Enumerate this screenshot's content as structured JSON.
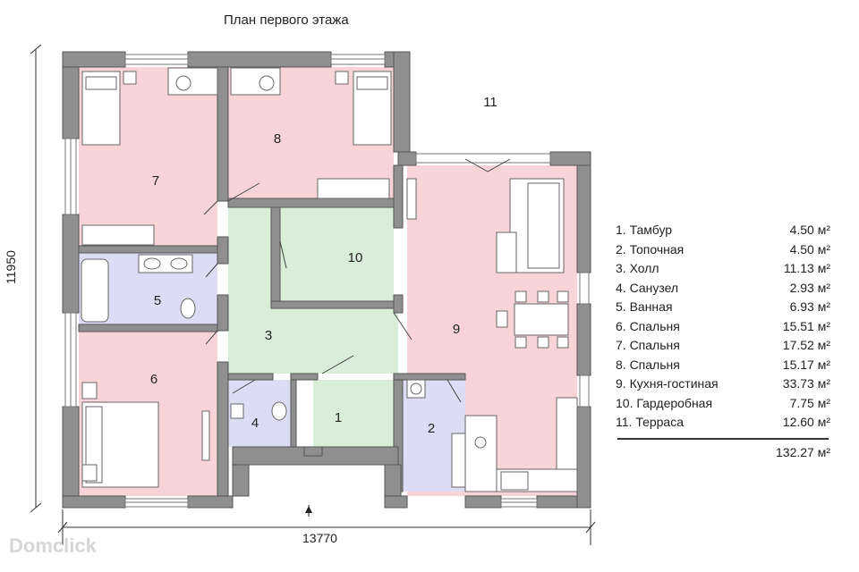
{
  "title": "План первого этажа",
  "dimensions": {
    "width": "13770",
    "height": "11950"
  },
  "rooms": [
    {
      "num": "1",
      "name": "Тамбур",
      "area": "4.50 м²"
    },
    {
      "num": "2",
      "name": "Топочная",
      "area": "4.50 м²"
    },
    {
      "num": "3",
      "name": "Холл",
      "area": "11.13 м²"
    },
    {
      "num": "4",
      "name": "Санузел",
      "area": "2.93 м²"
    },
    {
      "num": "5",
      "name": "Ванная",
      "area": "6.93 м²"
    },
    {
      "num": "6",
      "name": "Спальня",
      "area": "15.51 м²"
    },
    {
      "num": "7",
      "name": "Спальня",
      "area": "17.52 м²"
    },
    {
      "num": "8",
      "name": "Спальня",
      "area": "15.17 м²"
    },
    {
      "num": "9",
      "name": "Кухня-гостиная",
      "area": "33.73 м²"
    },
    {
      "num": "10",
      "name": "Гардеробная",
      "area": "7.75 м²"
    },
    {
      "num": "11",
      "name": "Терраса",
      "area": "12.60 м²"
    }
  ],
  "legend_rows": [
    {
      "label": "1. Тамбур",
      "area": "4.50 м²"
    },
    {
      "label": "2. Топочная",
      "area": "4.50 м²"
    },
    {
      "label": "3. Холл",
      "area": "11.13 м²"
    },
    {
      "label": "4. Санузел",
      "area": "2.93 м²"
    },
    {
      "label": "5. Ванная",
      "area": "6.93 м²"
    },
    {
      "label": "6. Спальня",
      "area": "15.51 м²"
    },
    {
      "label": "7. Спальня",
      "area": "17.52 м²"
    },
    {
      "label": "8. Спальня",
      "area": "15.17 м²"
    },
    {
      "label": "9. Кухня-гостиная",
      "area": "33.73 м²"
    },
    {
      "label": "10. Гардеробная",
      "area": "7.75 м²"
    },
    {
      "label": "11. Терраса",
      "area": "12.60 м²"
    }
  ],
  "total_area": "132.27 м²",
  "watermark": "Domclick",
  "colors": {
    "bedroom": "#f8d4d8",
    "wet": "#dcdcf4",
    "hall": "#d9eed9",
    "wall": "#8f8f8f",
    "terrace": "#ffffff"
  }
}
